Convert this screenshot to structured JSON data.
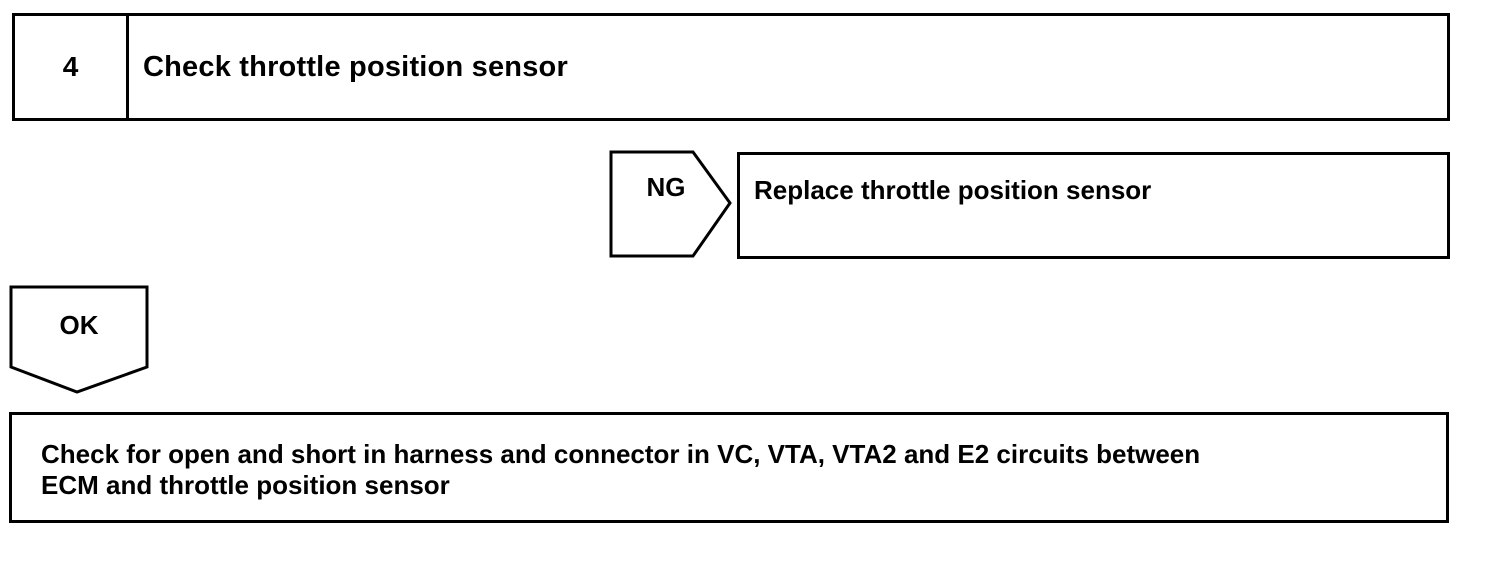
{
  "step": {
    "number": "4",
    "title": "Check throttle position sensor"
  },
  "ng_branch": {
    "label": "NG",
    "action": "Replace throttle position sensor"
  },
  "ok_branch": {
    "label": "OK"
  },
  "next_step": {
    "text_line1": "Check for open and short in harness and connector in VC, VTA, VTA2 and E2 circuits between",
    "text_line2": "ECM and throttle position sensor"
  }
}
